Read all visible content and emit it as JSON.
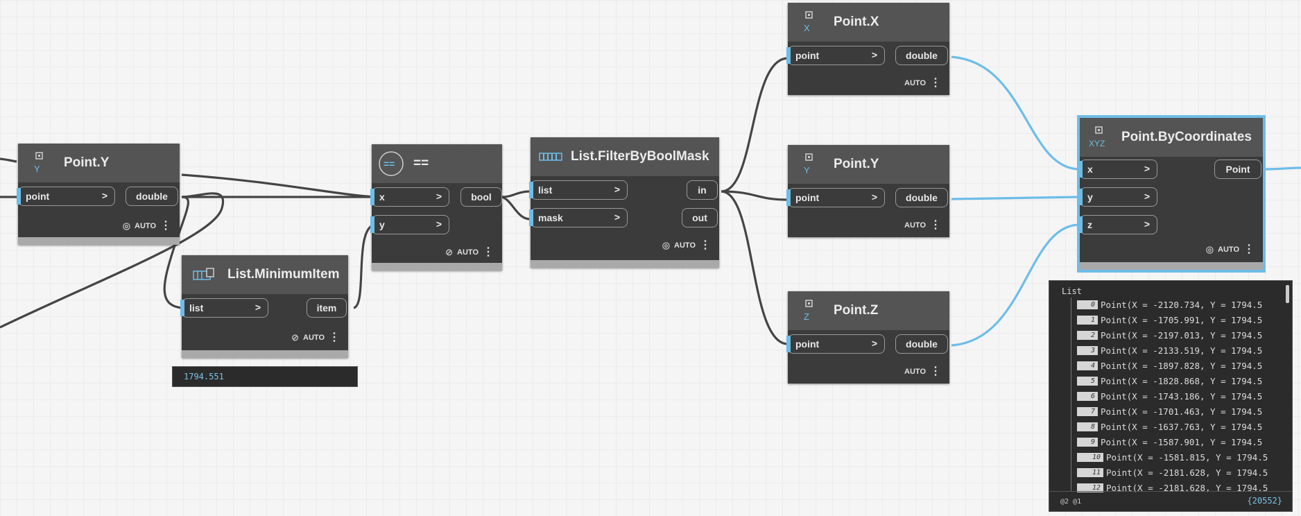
{
  "nodes": {
    "point_y_left": {
      "title": "Point.Y",
      "icon_letter": "Y",
      "in_port": "point",
      "out_port": "double",
      "lacing": "AUTO"
    },
    "min_item": {
      "title": "List.MinimumItem",
      "in_port": "list",
      "out_port": "item",
      "lacing": "AUTO",
      "preview": "1794.551"
    },
    "equals": {
      "title": "==",
      "in_ports": [
        "x",
        "y"
      ],
      "out_port": "bool",
      "lacing": "AUTO"
    },
    "filter": {
      "title": "List.FilterByBoolMask",
      "in_ports": [
        "list",
        "mask"
      ],
      "out_ports": [
        "in",
        "out"
      ],
      "lacing": "AUTO"
    },
    "point_x": {
      "title": "Point.X",
      "icon_letter": "X",
      "in_port": "point",
      "out_port": "double",
      "lacing": "AUTO"
    },
    "point_y_right": {
      "title": "Point.Y",
      "icon_letter": "Y",
      "in_port": "point",
      "out_port": "double",
      "lacing": "AUTO"
    },
    "point_z": {
      "title": "Point.Z",
      "icon_letter": "Z",
      "in_port": "point",
      "out_port": "double",
      "lacing": "AUTO"
    },
    "by_coords": {
      "title": "Point.ByCoordinates",
      "icon_letters": "XYZ",
      "in_ports": [
        "x",
        "y",
        "z"
      ],
      "out_port": "Point",
      "lacing": "AUTO"
    }
  },
  "preview_list": {
    "title": "List",
    "rows": [
      {
        "index": "0",
        "value": "Point(X = -2120.734, Y = 1794.5"
      },
      {
        "index": "1",
        "value": "Point(X = -1705.991, Y = 1794.5"
      },
      {
        "index": "2",
        "value": "Point(X = -2197.013, Y = 1794.5"
      },
      {
        "index": "3",
        "value": "Point(X = -2133.519, Y = 1794.5"
      },
      {
        "index": "4",
        "value": "Point(X = -1897.828, Y = 1794.5"
      },
      {
        "index": "5",
        "value": "Point(X = -1828.868, Y = 1794.5"
      },
      {
        "index": "6",
        "value": "Point(X = -1743.186, Y = 1794.5"
      },
      {
        "index": "7",
        "value": "Point(X = -1701.463, Y = 1794.5"
      },
      {
        "index": "8",
        "value": "Point(X = -1637.763, Y = 1794.5"
      },
      {
        "index": "9",
        "value": "Point(X = -1587.901, Y = 1794.5"
      },
      {
        "index": "10",
        "value": "Point(X = -1581.815, Y = 1794.5"
      },
      {
        "index": "11",
        "value": "Point(X = -2181.628, Y = 1794.5"
      },
      {
        "index": "12",
        "value": "Point(X = -2181.628, Y = 1794.5"
      }
    ],
    "footer_levels": "@2 @1",
    "count": "{20552}"
  },
  "colors": {
    "wire_active": "#6dbde8",
    "wire": "#444444",
    "node_body": "#3b3b3b",
    "node_header": "#545454"
  }
}
